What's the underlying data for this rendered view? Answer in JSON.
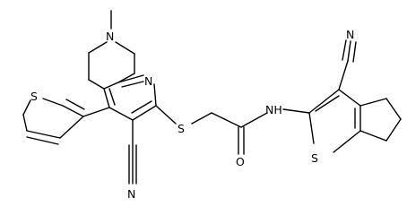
{
  "molecule": {
    "atoms": {
      "me_n": "N",
      "py_n": "N",
      "s_link": "S",
      "o": "O",
      "nh": "NH",
      "cn1_n": "N",
      "cn2_n": "N",
      "thio_s1": "S",
      "thio_s2": "S"
    }
  }
}
